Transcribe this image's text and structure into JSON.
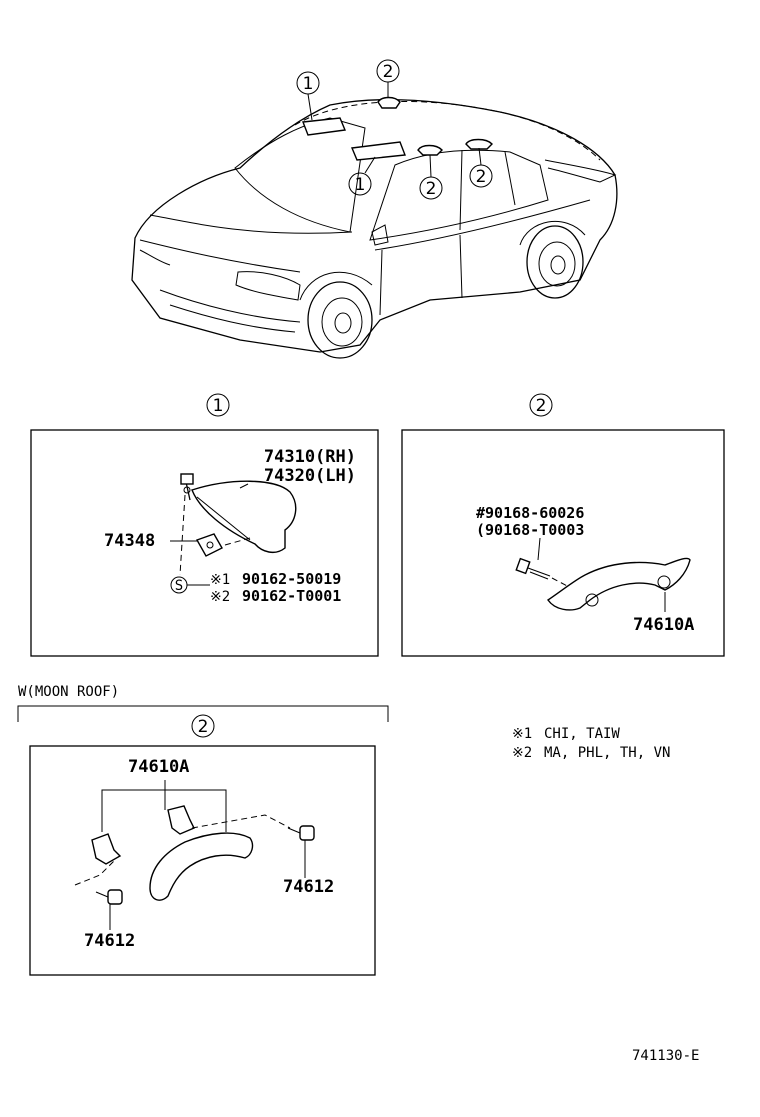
{
  "callouts": {
    "c1": "1",
    "c2": "2",
    "s": "S"
  },
  "section1": {
    "part_rh": "74310(RH)",
    "part_lh": "74320(LH)",
    "holder": "74348",
    "screw_marks": [
      "※1",
      "※2"
    ],
    "screw_1": "90162-50019",
    "screw_2": "90162-T0001"
  },
  "section2": {
    "screw_a": "#90168-60026",
    "screw_b": "(90168-T0003",
    "grip": "74610A"
  },
  "moonroof": {
    "title": "W(MOON ROOF)",
    "grip": "74610A",
    "clip_left": "74612",
    "clip_right": "74612"
  },
  "notes": {
    "n1_mark": "※1",
    "n1_text": "CHI, TAIW",
    "n2_mark": "※2",
    "n2_text": "MA, PHL, TH, VN"
  },
  "figure_code": "741130-E"
}
